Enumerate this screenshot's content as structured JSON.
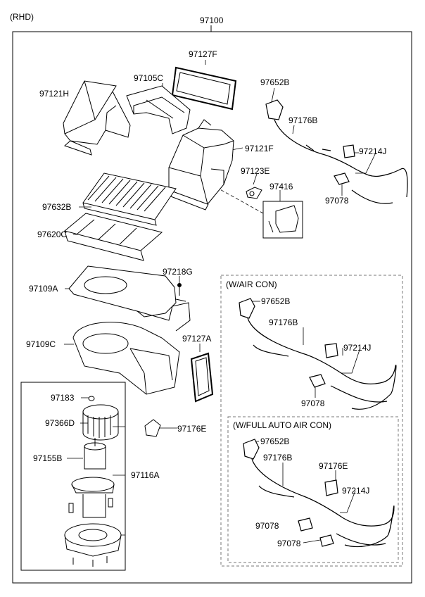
{
  "variant": "(RHD)",
  "assembly": "97100",
  "groups": {
    "w_air_con": "(W/AIR CON)",
    "w_full_auto": "(W/FULL AUTO AIR CON)"
  },
  "parts": {
    "p97127F": "97127F",
    "p97105C": "97105C",
    "p97121H": "97121H",
    "p97652B_a": "97652B",
    "p97176B_a": "97176B",
    "p97121F": "97121F",
    "p97214J_a": "97214J",
    "p97123E": "97123E",
    "p97416": "97416",
    "p97078_a": "97078",
    "p97632B": "97632B",
    "p97620C": "97620C",
    "p97218G": "97218G",
    "p97109A": "97109A",
    "p97109C": "97109C",
    "p97127A": "97127A",
    "p97183": "97183",
    "p97366D": "97366D",
    "p97176E_a": "97176E",
    "p97155B": "97155B",
    "p97116A": "97116A",
    "p97652B_b": "97652B",
    "p97176B_b": "97176B",
    "p97214J_b": "97214J",
    "p97078_b": "97078",
    "p97652B_c": "97652B",
    "p97176B_c": "97176B",
    "p97176E_b": "97176E",
    "p97214J_c": "97214J",
    "p97078_c": "97078",
    "p97078_d": "97078"
  },
  "colors": {
    "line": "#000000",
    "dash": "#777777",
    "part_fill": "#ffffff",
    "shade": "#d9d9d9"
  }
}
